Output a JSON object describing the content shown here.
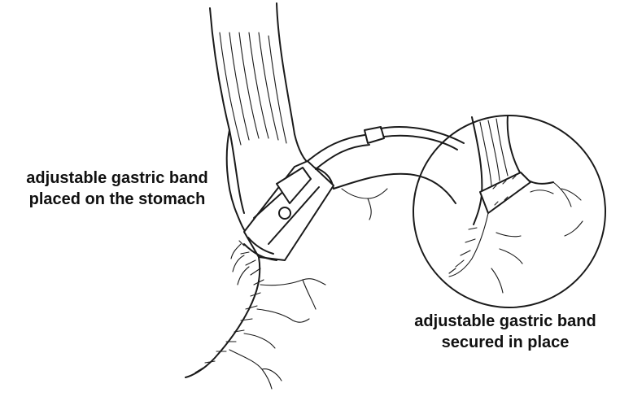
{
  "labels": {
    "band_on_stomach": {
      "line1": "adjustable gastric band",
      "line2": "placed on the stomach"
    },
    "band_secured": {
      "line1": "adjustable gastric band",
      "line2": "secured in place"
    }
  },
  "colors": {
    "ink": "#1a1a1a",
    "background": "#ffffff"
  }
}
